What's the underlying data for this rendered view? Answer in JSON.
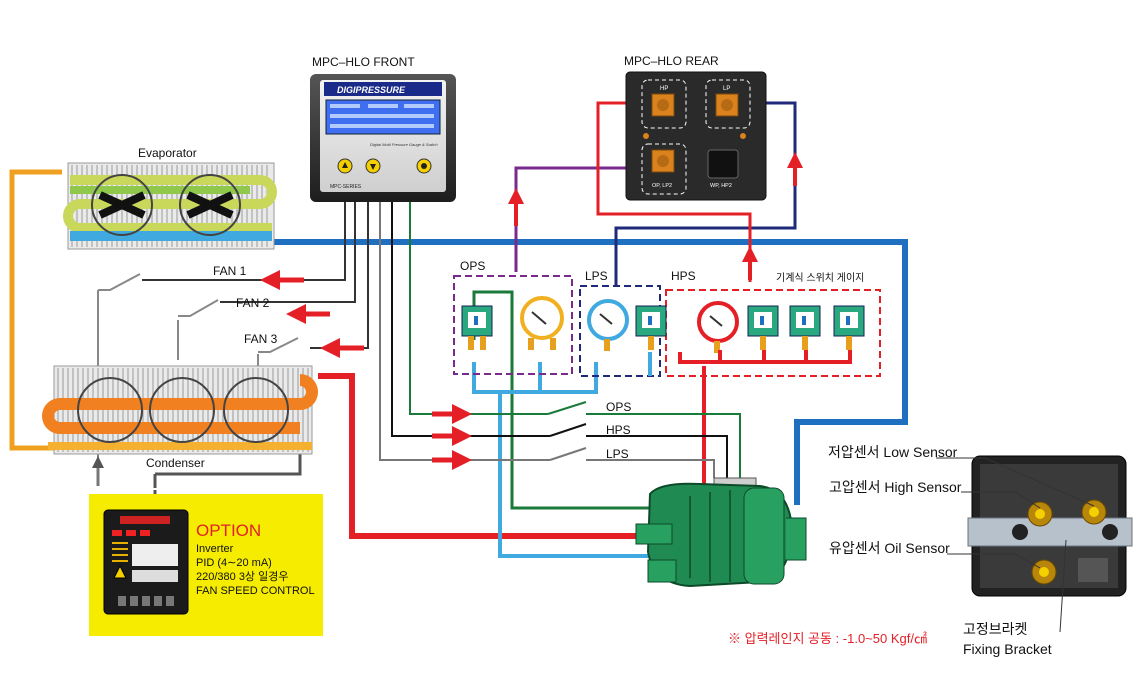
{
  "front_panel": {
    "title": "MPC–HLO  FRONT",
    "brand": "DIGIPRESSURE",
    "subtitle": "Digital Multi Pressure Gauge & Switch",
    "series": "MPC-SERIES"
  },
  "rear_panel": {
    "title": "MPC–HLO  REAR",
    "port_hp": "HP",
    "port_lp": "LP",
    "port_op": "OP, LP2",
    "port_wp": "WP, HP2"
  },
  "labels": {
    "evaporator": "Evaporator",
    "condenser": "Condenser",
    "fan1": "FAN 1",
    "fan2": "FAN 2",
    "fan3": "FAN 3",
    "ops_box": "OPS",
    "lps_box": "LPS",
    "hps_box": "HPS",
    "mech_gauge": "기계식 스위치 게이지",
    "ops_line": "OPS",
    "hps_line": "HPS",
    "lps_line": "LPS"
  },
  "option": {
    "title": "OPTION",
    "line1": "Inverter",
    "line2": "PID (4∼20 mA)",
    "line3": "220/380 3상 일경우",
    "line4": "FAN SPEED CONTROL"
  },
  "sensor": {
    "low": "저압센서 Low Sensor",
    "high": "고압센서 High Sensor",
    "oil": "유압센서 Oil Sensor",
    "bracket_kr": "고정브라켓",
    "bracket_en": "Fixing Bracket"
  },
  "note": "※ 압력레인지 공동 : -1.0~50 Kgf/㎠",
  "colors": {
    "high_pressure": "#e41f26",
    "low_pressure": "#1f6fc0",
    "oil": "#1a7a3a",
    "suction": "#3fa9e0",
    "signal_purple": "#7a2a8c",
    "signal_navy": "#1f2a7a",
    "evap_supply": "#f0a020",
    "option_bg": "#f5ec00",
    "compressor": "#1f8a52"
  }
}
